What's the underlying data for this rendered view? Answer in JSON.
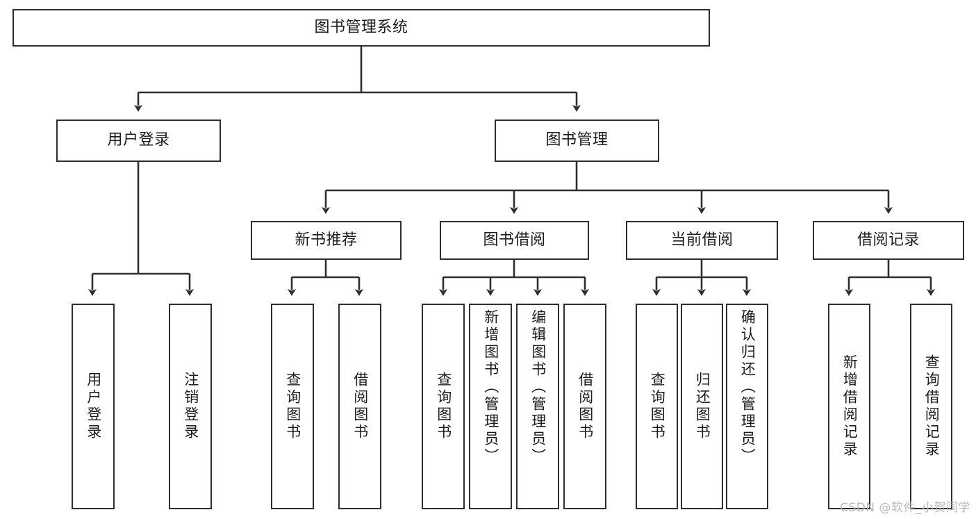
{
  "diagram": {
    "type": "tree",
    "title": "图书管理系统",
    "watermark": "CSDN @软件_小贺同学",
    "colors": {
      "box_border": "#2e2e2e",
      "box_fill": "#ffffff",
      "connector": "#2e2e2e",
      "text": "#1c1c1c",
      "watermark": "#b9b9b9",
      "background": "#ffffff"
    },
    "root": {
      "label": "图书管理系统"
    },
    "level2": [
      {
        "label": "用户登录"
      },
      {
        "label": "图书管理"
      }
    ],
    "level3": [
      {
        "label": "新书推荐"
      },
      {
        "label": "图书借阅"
      },
      {
        "label": "当前借阅"
      },
      {
        "label": "借阅记录"
      }
    ],
    "leaves": {
      "user_login": [
        {
          "label": "用户登录"
        },
        {
          "label": "注销登录"
        }
      ],
      "new_book_recommend": [
        {
          "label": "查询图书"
        },
        {
          "label": "借阅图书"
        }
      ],
      "book_borrow": [
        {
          "label": "查询图书"
        },
        {
          "label": "新增图书（管理员）"
        },
        {
          "label": "编辑图书（管理员）"
        },
        {
          "label": "借阅图书"
        }
      ],
      "current_borrow": [
        {
          "label": "查询图书"
        },
        {
          "label": "归还图书"
        },
        {
          "label": "确认归还（管理员）"
        }
      ],
      "borrow_record": [
        {
          "label": "新增借阅记录"
        },
        {
          "label": "查询借阅记录"
        }
      ]
    }
  }
}
